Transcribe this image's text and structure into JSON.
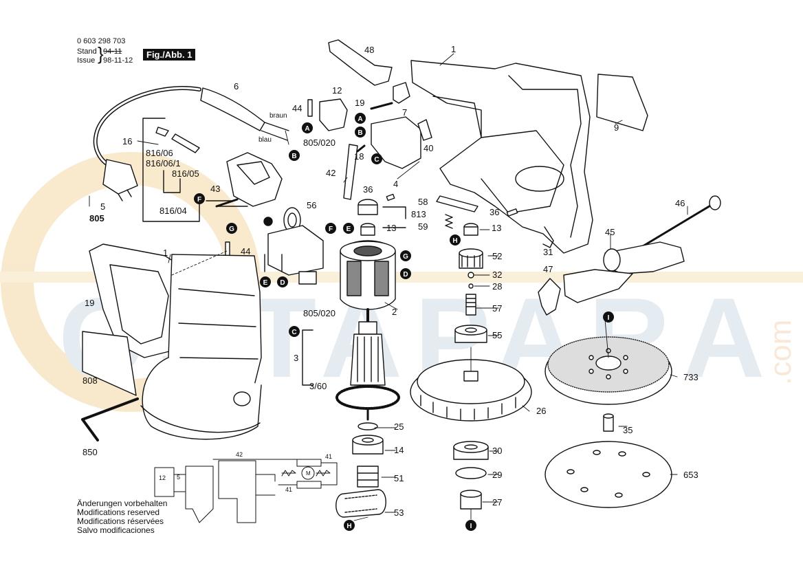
{
  "header": {
    "part_number": "0 603 298 703",
    "stand_label": "Stand",
    "stand_old": "94-11",
    "issue_label": "Issue",
    "issue_date": "98-11-12",
    "figure_tag": "Fig./Abb. 1"
  },
  "wire_labels": {
    "brown": "braun",
    "blue": "blau"
  },
  "callouts": {
    "c1": "1",
    "c1b": "1",
    "c2": "2",
    "c3": "3",
    "c3_60": "3/60",
    "c4": "4",
    "c5": "5",
    "c6": "6",
    "c7": "7",
    "c9": "9",
    "c12": "12",
    "c13a": "13",
    "c13b": "13",
    "c14": "14",
    "c16": "16",
    "c18": "18",
    "c19a": "19",
    "c19b": "19",
    "c25": "25",
    "c26": "26",
    "c27": "27",
    "c28": "28",
    "c29": "29",
    "c30": "30",
    "c31": "31",
    "c32": "32",
    "c35": "35",
    "c36a": "36",
    "c36b": "36",
    "c40": "40",
    "c42": "42",
    "c43": "43",
    "c44a": "44",
    "c44b": "44",
    "c45": "45",
    "c46": "46",
    "c47": "47",
    "c48": "48",
    "c51": "51",
    "c52": "52",
    "c53": "53",
    "c55": "55",
    "c56": "56",
    "c57": "57",
    "c58": "58",
    "c59": "59",
    "c653": "653",
    "c733": "733",
    "c805": "805",
    "c805_020a": "805/020",
    "c805_020b": "805/020",
    "c808": "808",
    "c813": "813",
    "c816_04": "816/04",
    "c816_05": "816/05",
    "c816_06": "816/06",
    "c816_06_1": "816/06/1",
    "c850": "850"
  },
  "connectors": {
    "A": "A",
    "B": "B",
    "C": "C",
    "D": "D",
    "E": "E",
    "F": "F",
    "G": "G",
    "H": "H",
    "I": "I"
  },
  "schematic": {
    "l12": "12",
    "l5": "5",
    "l42": "42",
    "l41a": "41",
    "l41b": "41",
    "motor": "M"
  },
  "watermark": {
    "text": "OSTAPARA",
    "suffix": ".com"
  },
  "notes": [
    "Änderungen vorbehalten",
    "Modifications reserved",
    "Modifications réservées",
    "Salvo modificaciones"
  ]
}
